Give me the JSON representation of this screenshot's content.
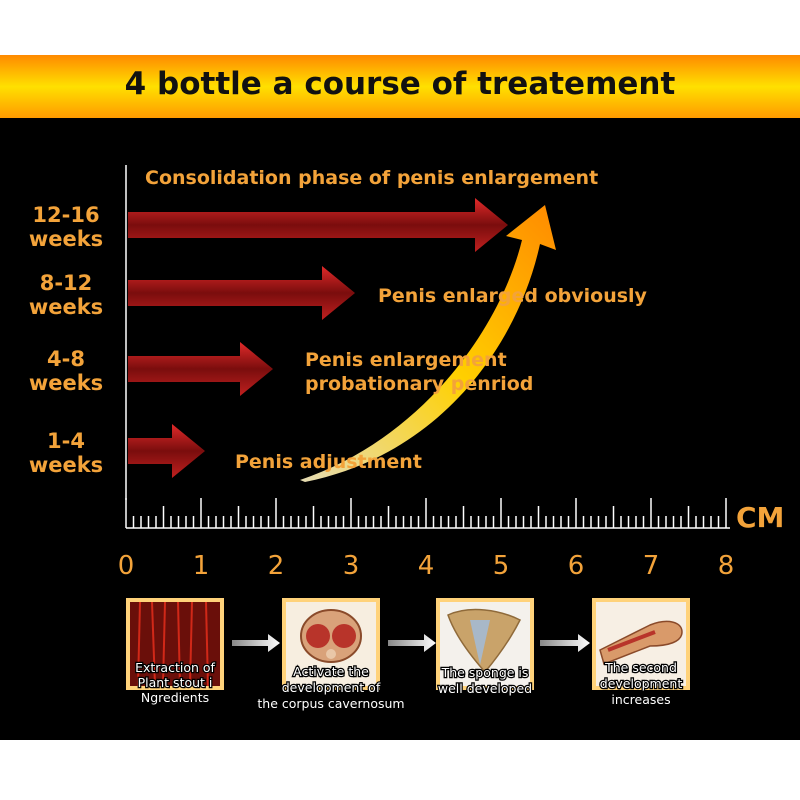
{
  "title": "4 bottle a course of treatement",
  "weeks": [
    {
      "range": "12-16",
      "unit": "weeks"
    },
    {
      "range": "8-12",
      "unit": "weeks"
    },
    {
      "range": "4-8",
      "unit": "weeks"
    },
    {
      "range": "1-4",
      "unit": "weeks"
    }
  ],
  "phases": {
    "consolidation": "Consolidation phase of penis enlargement",
    "obvious": "Penis enlarged obviously",
    "probationary_1": "Penis enlargement",
    "probationary_2": "probationary penriod",
    "adjustment": "Penis adjustment"
  },
  "ruler": {
    "unit": "CM",
    "labels": [
      "0",
      "1",
      "2",
      "3",
      "4",
      "5",
      "6",
      "7",
      "8"
    ]
  },
  "steps": [
    {
      "line1": "Extraction of",
      "line2": "Plant stout i",
      "line3": "Ngredients"
    },
    {
      "line1": "Activate the",
      "line2": "development of",
      "line3": "the corpus cavernosum"
    },
    {
      "line1": "The sponge is",
      "line2": "well developed"
    },
    {
      "line1": "The second",
      "line2": "development",
      "line3": "increases"
    }
  ],
  "colors": {
    "text_accent": "#f3a33a",
    "banner_start": "#ff8a00",
    "banner_mid": "#ffe000",
    "arrow_red": "#c0201f",
    "background": "#000000"
  }
}
